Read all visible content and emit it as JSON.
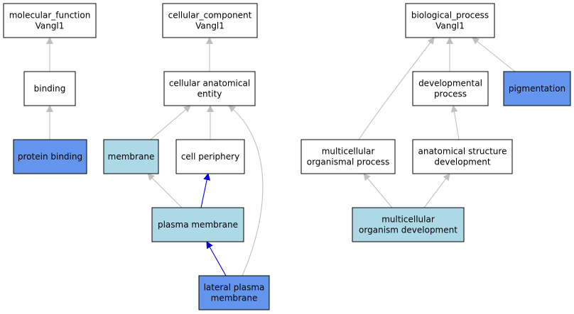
{
  "colors": {
    "default_fill": "#ffffff",
    "light_fill": "#add8e6",
    "highlight_fill": "#6495ed",
    "edge_gray": "#c0c0c0",
    "edge_blue": "#0000dd"
  },
  "nodes": {
    "molecular_function": {
      "lines": [
        "molecular_function",
        "Vangl1"
      ],
      "style": "default"
    },
    "binding": {
      "lines": [
        "binding"
      ],
      "style": "default"
    },
    "protein_binding": {
      "lines": [
        "protein binding"
      ],
      "style": "highlight"
    },
    "cellular_component": {
      "lines": [
        "cellular_component",
        "Vangl1"
      ],
      "style": "default"
    },
    "cellular_anatomical_entity": {
      "lines": [
        "cellular anatomical",
        "entity"
      ],
      "style": "default"
    },
    "membrane": {
      "lines": [
        "membrane"
      ],
      "style": "light"
    },
    "cell_periphery": {
      "lines": [
        "cell periphery"
      ],
      "style": "default"
    },
    "plasma_membrane": {
      "lines": [
        "plasma membrane"
      ],
      "style": "light"
    },
    "lateral_plasma_membrane": {
      "lines": [
        "lateral plasma",
        "membrane"
      ],
      "style": "highlight"
    },
    "biological_process": {
      "lines": [
        "biological_process",
        "Vangl1"
      ],
      "style": "default"
    },
    "developmental_process": {
      "lines": [
        "developmental",
        "process"
      ],
      "style": "default"
    },
    "pigmentation": {
      "lines": [
        "pigmentation"
      ],
      "style": "highlight"
    },
    "multicellular_organismal_process": {
      "lines": [
        "multicellular",
        "organismal process"
      ],
      "style": "default"
    },
    "anatomical_structure_development": {
      "lines": [
        "anatomical structure",
        "development"
      ],
      "style": "default"
    },
    "multicellular_organism_development": {
      "lines": [
        "multicellular",
        "organism development"
      ],
      "style": "light"
    }
  },
  "edges": [
    {
      "from": "binding",
      "to": "molecular_function",
      "color": "gray"
    },
    {
      "from": "protein_binding",
      "to": "binding",
      "color": "gray"
    },
    {
      "from": "cellular_anatomical_entity",
      "to": "cellular_component",
      "color": "gray"
    },
    {
      "from": "membrane",
      "to": "cellular_anatomical_entity",
      "color": "gray"
    },
    {
      "from": "cell_periphery",
      "to": "cellular_anatomical_entity",
      "color": "gray"
    },
    {
      "from": "plasma_membrane",
      "to": "membrane",
      "color": "gray"
    },
    {
      "from": "plasma_membrane",
      "to": "cell_periphery",
      "color": "blue"
    },
    {
      "from": "lateral_plasma_membrane",
      "to": "plasma_membrane",
      "color": "blue"
    },
    {
      "from": "lateral_plasma_membrane",
      "to": "cellular_anatomical_entity",
      "color": "gray"
    },
    {
      "from": "developmental_process",
      "to": "biological_process",
      "color": "gray"
    },
    {
      "from": "pigmentation",
      "to": "biological_process",
      "color": "gray"
    },
    {
      "from": "multicellular_organismal_process",
      "to": "biological_process",
      "color": "gray"
    },
    {
      "from": "anatomical_structure_development",
      "to": "developmental_process",
      "color": "gray"
    },
    {
      "from": "multicellular_organism_development",
      "to": "multicellular_organismal_process",
      "color": "gray"
    },
    {
      "from": "multicellular_organism_development",
      "to": "anatomical_structure_development",
      "color": "gray"
    }
  ]
}
